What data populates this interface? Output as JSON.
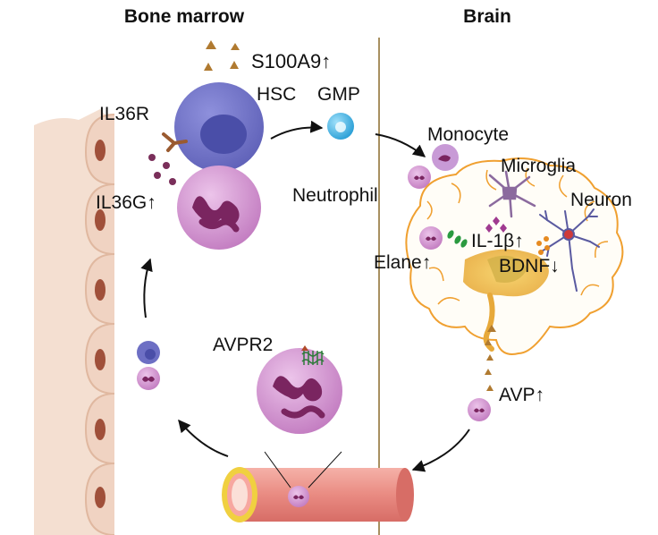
{
  "headers": {
    "left": "Bone marrow",
    "right": "Brain"
  },
  "labels": {
    "s100a9": "S100A9↑",
    "hsc": "HSC",
    "gmp": "GMP",
    "il36r": "IL36R",
    "il36g": "IL36G↑",
    "monocyte": "Monocyte",
    "microglia": "Microglia",
    "neuron": "Neuron",
    "neutrophil": "Neutrophil",
    "il1b": "IL-1β↑",
    "elane": "Elane↑",
    "bdnf": "BDNF↓",
    "avpr2": "AVPR2",
    "avp": "AVP↑"
  },
  "colors": {
    "divider": "#a89060",
    "hsc": "#6d6fc4",
    "hsc_nucleus": "#4a4ea8",
    "neutrophil": "#d79ad4",
    "neutrophil_nucleus": "#7a2560",
    "gmp": "#44b7e6",
    "monocyte": "#c89ad6",
    "brain_outline": "#f0a030",
    "bone": "#f2dccd",
    "bone_cell": "#a0503a",
    "vessel": "#e98b82",
    "vessel_rim": "#f0d040",
    "triangle": "#b07a30",
    "microglia": "#8b6a9e",
    "neuron": "#5a5aa0",
    "green_dot": "#2a9a40",
    "orange_dot": "#e68a20",
    "ligand": "#7a2f5a"
  }
}
